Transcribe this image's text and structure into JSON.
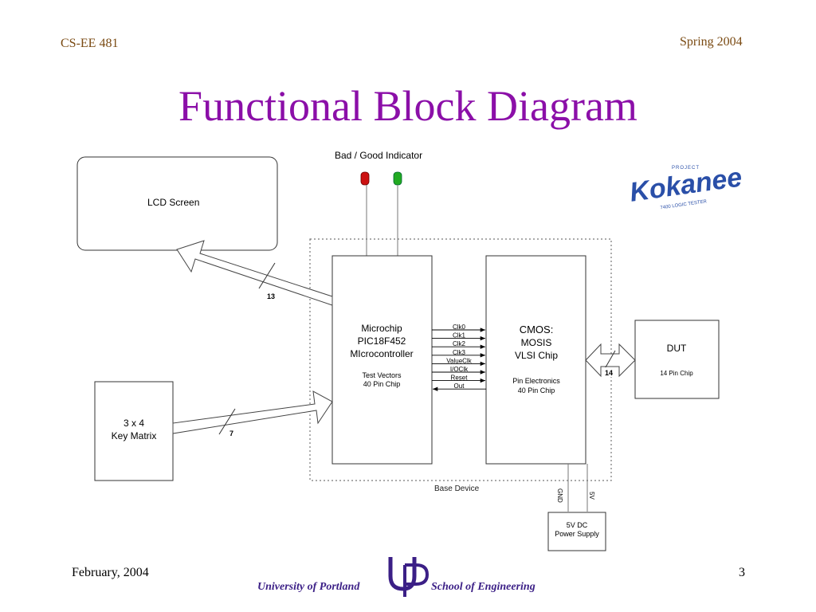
{
  "slide": {
    "course": "CS-EE 481",
    "term": "Spring 2004",
    "title": "Functional Block Diagram",
    "date": "February, 2004",
    "page_number": "3",
    "university": "University of Portland",
    "school": "School of Engineering",
    "logo_monogram": "UP",
    "logo_letters": "UP"
  },
  "kokanee_logo": {
    "project": "PROJECT",
    "name": "Kokanee",
    "subtitle": "7400 LOGIC TESTER"
  },
  "diagram": {
    "indicator_label": "Bad / Good Indicator",
    "lcd_label": "LCD Screen",
    "lcd_bus_width": "13",
    "keypad_line1": "3 x 4",
    "keypad_line2": "Key Matrix",
    "keypad_bus_width": "7",
    "mcu_line1": "Microchip",
    "mcu_line2": "PIC18F452",
    "mcu_line3": "MIcrocontroller",
    "mcu_sub1": "Test Vectors",
    "mcu_sub2": "40 Pin Chip",
    "cmos_line1": "CMOS:",
    "cmos_line2": "MOSIS",
    "cmos_line3": "VLSI Chip",
    "cmos_sub1": "Pin Electronics",
    "cmos_sub2": "40 Pin Chip",
    "signals": [
      "Clk0",
      "Clk1",
      "Clk2",
      "Clk3",
      "ValueClk",
      "I/OClk",
      "Reset",
      "Out"
    ],
    "dut_label": "DUT",
    "dut_sub": "14 Pin Chip",
    "dut_bus_width": "14",
    "base_device_label": "Base Device",
    "gnd_label": "GND",
    "vcc_label": "5V",
    "psu_line1": "5V DC",
    "psu_line2": "Power Supply",
    "colors": {
      "red_led": "#cc1111",
      "green_led": "#22aa22",
      "title": "#8b0fa8",
      "header": "#7a4a12",
      "brand": "#3b1f86"
    }
  }
}
